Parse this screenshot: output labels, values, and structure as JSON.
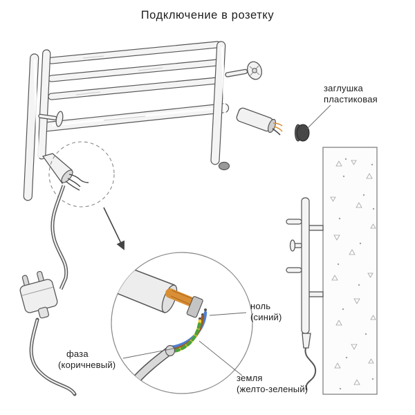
{
  "title": "Подключение в розетку",
  "labels": {
    "plastic_cap": [
      "заглушка",
      "пластиковая"
    ],
    "neutral": [
      "ноль",
      "(синий)"
    ],
    "phase": [
      "фаза",
      "(коричневый)"
    ],
    "earth": [
      "земля",
      "(желто-зеленый)"
    ]
  },
  "colors": {
    "neutral_blue": "#4f7fd0",
    "phase_brown": "#9a5b28",
    "earth_yellow": "#e9d23f",
    "earth_green": "#4aa23c",
    "copper": "#d98f35",
    "cap_dark": "#474747"
  }
}
